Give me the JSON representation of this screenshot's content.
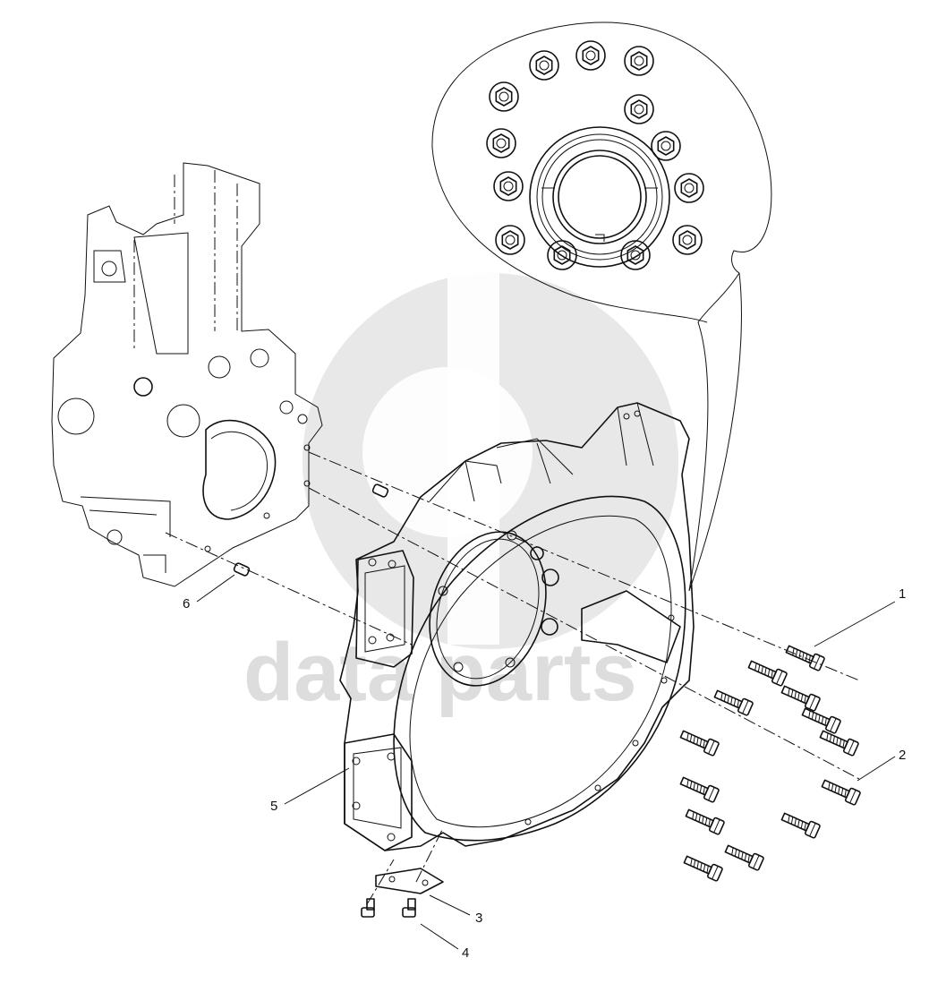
{
  "watermark": {
    "text": "data parts",
    "color": "#d0d0d0"
  },
  "callouts": [
    {
      "id": "1",
      "label": "1"
    },
    {
      "id": "2",
      "label": "2"
    },
    {
      "id": "3",
      "label": "3"
    },
    {
      "id": "4",
      "label": "4"
    },
    {
      "id": "5",
      "label": "5"
    },
    {
      "id": "6",
      "label": "6"
    }
  ],
  "parts": {
    "engine_block": "engine-block-rear",
    "flywheel_housing": "flywheel-housing",
    "detail_view": "rear-crankshaft-detail",
    "bolts": "hex-bolt",
    "cover_plate": "cover-plate",
    "dowel_pin": "dowel-pin"
  },
  "colors": {
    "line": "#111111",
    "background": "#ffffff"
  }
}
